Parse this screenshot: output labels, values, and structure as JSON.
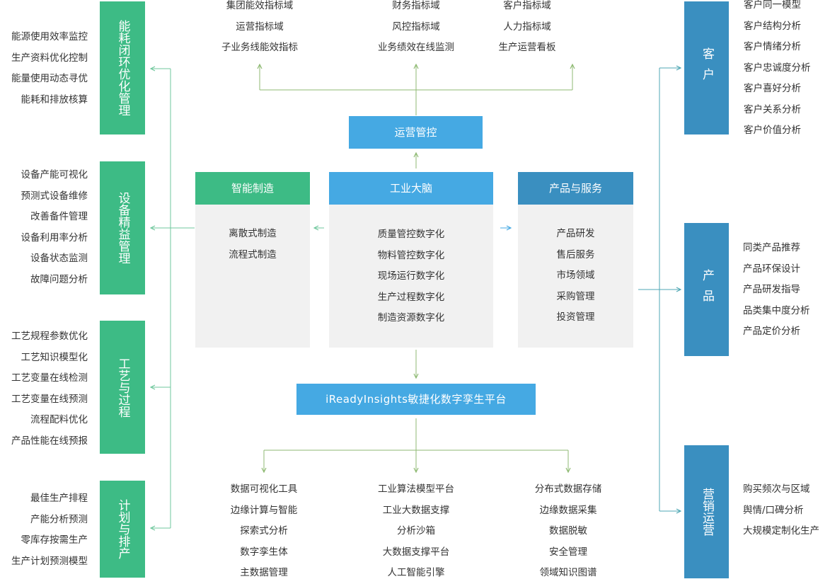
{
  "left_blocks": [
    {
      "title": "能耗闭环优化管理",
      "items": [
        "能源使用效率监控",
        "生产资料优化控制",
        "能量使用动态寻优",
        "能耗和排放核算"
      ]
    },
    {
      "title": "设备精益管理",
      "items": [
        "设备产能可视化",
        "预测式设备维修",
        "改善备件管理",
        "设备利用率分析",
        "设备状态监测",
        "故障问题分析"
      ]
    },
    {
      "title": "工艺与过程",
      "items": [
        "工艺规程参数优化",
        "工艺知识模型化",
        "工艺变量在线检测",
        "工艺变量在线预测",
        "流程配料优化",
        "产品性能在线预报"
      ]
    },
    {
      "title": "计划与排产",
      "items": [
        "最佳生产排程",
        "产能分析预测",
        "零库存按需生产",
        "生产计划预测模型"
      ]
    }
  ],
  "right_blocks": [
    {
      "title": "客户",
      "items": [
        "客户同一模型",
        "客户结构分析",
        "客户情绪分析",
        "客户忠诚度分析",
        "客户喜好分析",
        "客户关系分析",
        "客户价值分析"
      ]
    },
    {
      "title": "产品",
      "items": [
        "同类产品推荐",
        "产品环保设计",
        "产品研发指导",
        "品类集中度分析",
        "产品定价分析"
      ]
    },
    {
      "title": "营销运营",
      "items": [
        "购买频次与区域",
        "舆情/口碑分析",
        "大规模定制化生产"
      ]
    }
  ],
  "top_cols": [
    [
      "集团能效指标域",
      "运营指标域",
      "子业务线能效指标"
    ],
    [
      "财务指标域",
      "风控指标域",
      "业务绩效在线监测"
    ],
    [
      "客户指标域",
      "人力指标域",
      "生产运营看板"
    ]
  ],
  "ops_label": "运营管控",
  "panels": {
    "manufacturing": {
      "title": "智能制造",
      "items": [
        "离散式制造",
        "流程式制造"
      ],
      "color": "#3dbb85"
    },
    "brain": {
      "title": "工业大脑",
      "items": [
        "质量管控数字化",
        "物料管控数字化",
        "现场运行数字化",
        "生产过程数字化",
        "制造资源数字化"
      ],
      "color": "#45a9e3"
    },
    "product": {
      "title": "产品与服务",
      "items": [
        "产品研发",
        "售后服务",
        "市场领域",
        "采购管理",
        "投资管理"
      ],
      "color": "#3a8fc0"
    }
  },
  "platform_label": "iReadyInsights敏捷化数字孪生平台",
  "bottom_cols": [
    [
      "数据可视化工具",
      "边缘计算与智能",
      "探索式分析",
      "数字孪生体",
      "主数据管理"
    ],
    [
      "工业算法模型平台",
      "工业大数据支撑",
      "分析沙箱",
      "大数据支撑平台",
      "人工智能引擎"
    ],
    [
      "分布式数据存储",
      "边缘数据采集",
      "数据脱敏",
      "安全管理",
      "领域知识图谱"
    ]
  ],
  "colors": {
    "green": "#3dbb85",
    "blue": "#45a9e3",
    "steel": "#3a8fc0",
    "line_left": "#6fc79c",
    "line_mid": "#8fba73",
    "line_right": "#4fa7b4"
  }
}
